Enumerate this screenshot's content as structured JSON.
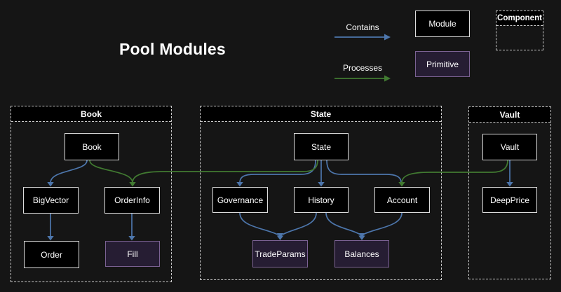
{
  "title": "Pool Modules",
  "legend": {
    "contains_label": "Contains",
    "processes_label": "Processes",
    "module_label": "Module",
    "primitive_label": "Primitive",
    "component_label": "Component"
  },
  "colors": {
    "background": "#151515",
    "module_fill": "#000000",
    "module_border": "#dcdcdc",
    "primitive_fill": "#261d33",
    "primitive_border": "#7b6293",
    "contains_arrow_blue": "#4d76ac",
    "processes_arrow_green": "#417a31",
    "container_dashed_border": "#c9c9c9",
    "text": "#ffffff"
  },
  "containers": {
    "book": {
      "label": "Book"
    },
    "state": {
      "label": "State"
    },
    "vault": {
      "label": "Vault"
    }
  },
  "nodes": {
    "book": {
      "label": "Book",
      "type": "module"
    },
    "bigvector": {
      "label": "BigVector",
      "type": "module"
    },
    "orderinfo": {
      "label": "OrderInfo",
      "type": "module"
    },
    "order": {
      "label": "Order",
      "type": "module"
    },
    "fill": {
      "label": "Fill",
      "type": "primitive"
    },
    "state": {
      "label": "State",
      "type": "module"
    },
    "governance": {
      "label": "Governance",
      "type": "module"
    },
    "history": {
      "label": "History",
      "type": "module"
    },
    "account": {
      "label": "Account",
      "type": "module"
    },
    "tradeparams": {
      "label": "TradeParams",
      "type": "primitive"
    },
    "balances": {
      "label": "Balances",
      "type": "primitive"
    },
    "vault": {
      "label": "Vault",
      "type": "module"
    },
    "deepprice": {
      "label": "DeepPrice",
      "type": "module"
    }
  },
  "edges": [
    {
      "from": "Book",
      "to": "BigVector",
      "type": "contains"
    },
    {
      "from": "Book",
      "to": "OrderInfo",
      "type": "processes"
    },
    {
      "from": "BigVector",
      "to": "Order",
      "type": "contains"
    },
    {
      "from": "OrderInfo",
      "to": "Fill",
      "type": "contains"
    },
    {
      "from": "State",
      "to": "Governance",
      "type": "contains"
    },
    {
      "from": "State",
      "to": "History",
      "type": "contains"
    },
    {
      "from": "State",
      "to": "Account",
      "type": "contains"
    },
    {
      "from": "State",
      "to": "OrderInfo",
      "type": "processes"
    },
    {
      "from": "Governance",
      "to": "TradeParams",
      "type": "contains"
    },
    {
      "from": "History",
      "to": "TradeParams",
      "type": "contains"
    },
    {
      "from": "History",
      "to": "Balances",
      "type": "contains"
    },
    {
      "from": "Account",
      "to": "Balances",
      "type": "contains"
    },
    {
      "from": "Vault",
      "to": "DeepPrice",
      "type": "contains"
    },
    {
      "from": "Vault",
      "to": "Account",
      "type": "processes"
    }
  ]
}
